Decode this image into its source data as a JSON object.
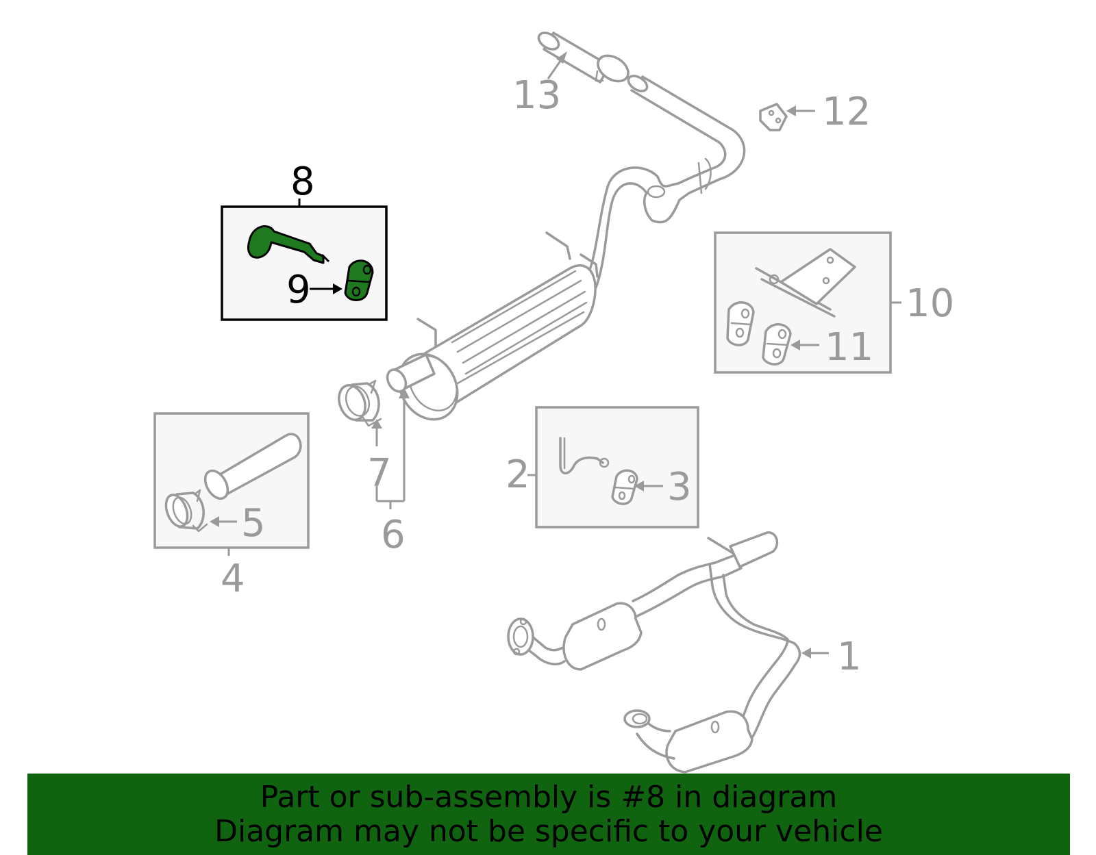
{
  "callouts": {
    "c1": "1",
    "c2": "2",
    "c3": "3",
    "c4": "4",
    "c5": "5",
    "c6": "6",
    "c7": "7",
    "c8": "8",
    "c9": "9",
    "c10": "10",
    "c11": "11",
    "c12": "12",
    "c13": "13"
  },
  "highlighted_part": "8",
  "banner": {
    "line1": "Part or sub-assembly is #8 in diagram",
    "line2": "Diagram may not be specific to your vehicle"
  },
  "colors": {
    "highlight": "#1f7a1f",
    "banner": "#106410",
    "part_stroke": "#9a9a9a"
  }
}
